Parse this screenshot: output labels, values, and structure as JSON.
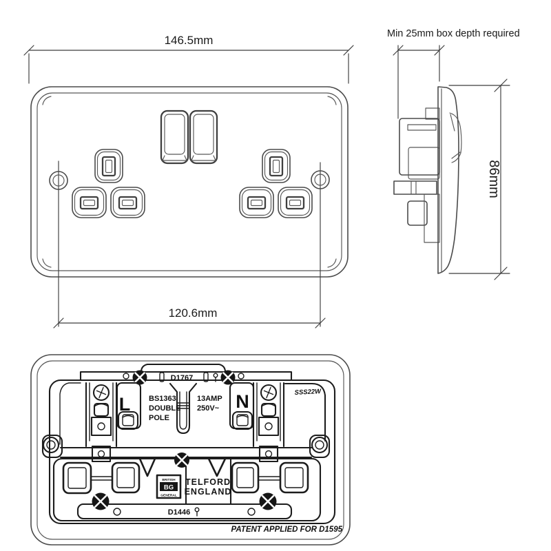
{
  "drawing": {
    "front_view": {
      "overall_width": "146.5mm",
      "fixing_centres": "120.6mm"
    },
    "side_view": {
      "depth_note": "Min 25mm box depth required",
      "overall_height": "86mm"
    },
    "rear_view": {
      "code_top": "D1767",
      "terminal_live": "L",
      "terminal_neutral": "N",
      "standard_lines": [
        "BS1363",
        "DOUBLE",
        "POLE"
      ],
      "rating_lines": [
        "13AMP",
        "250V~"
      ],
      "code_side": "SSS22W",
      "logo_lines": [
        "BRITISH",
        "BG",
        "GENERAL"
      ],
      "origin_lines": [
        "TELFORD",
        "ENGLAND"
      ],
      "code_bottom": "D1446",
      "patent_note": "PATENT APPLIED FOR  D1595"
    },
    "colors": {
      "background": "#ffffff",
      "front_line": "#4a4a4a",
      "rear_line": "#1c1c1c",
      "text": "#1a1a1a"
    }
  }
}
